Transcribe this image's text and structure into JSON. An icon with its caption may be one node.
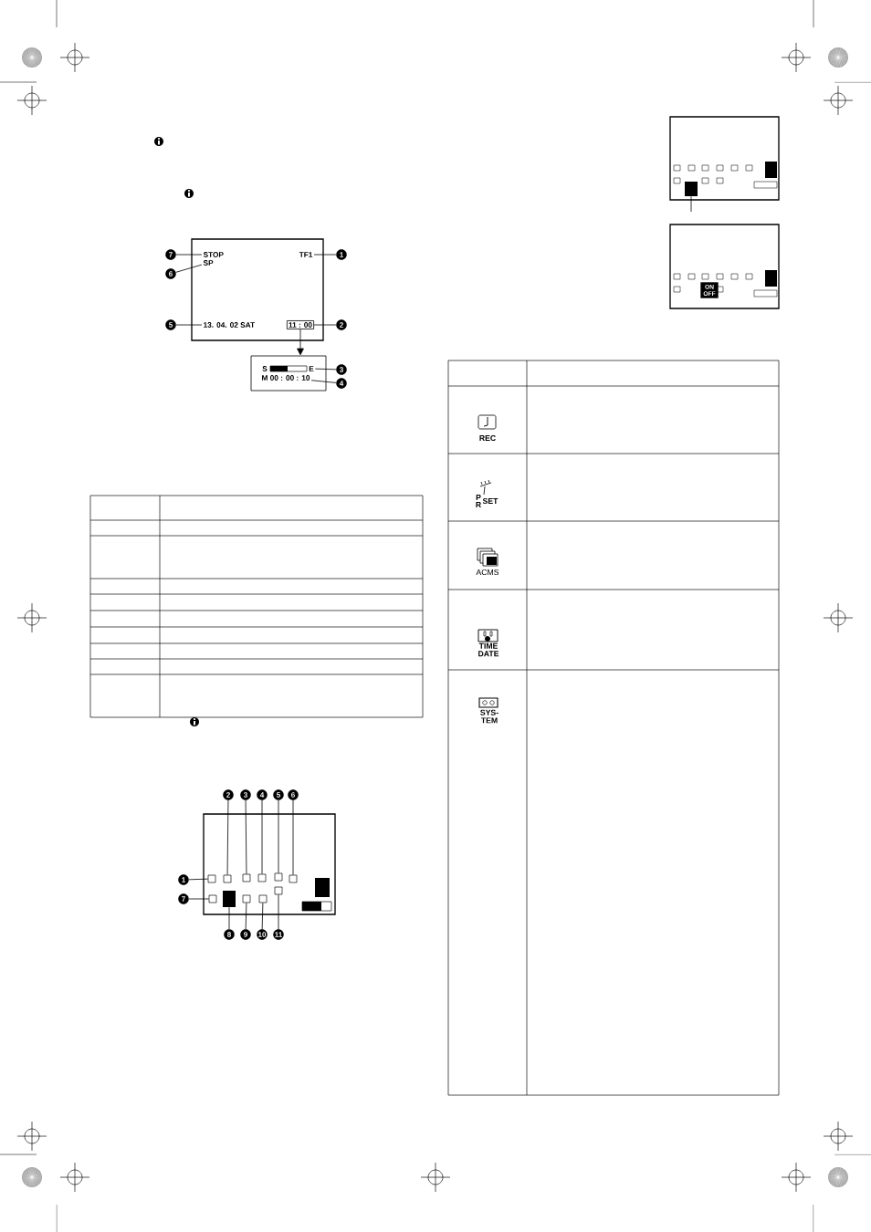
{
  "diagram": {
    "nodes": [
      {
        "text": [],
        "shape": "box"
      },
      {
        "text": [
          "STOP"
        ],
        "in": 0
      },
      {
        "text": [
          "SP"
        ],
        "in": 0
      },
      {
        "text": [
          "TF1"
        ],
        "in": 0
      },
      {
        "text": [
          "13. 04. 02 SAT"
        ],
        "in": 0
      },
      {
        "text": [
          "11 : 00"
        ],
        "in": 0
      },
      {
        "text": [],
        "shape": "box"
      },
      {
        "text": [
          "S"
        ],
        "in": 6
      },
      {
        "text": [
          "E"
        ],
        "in": 6
      },
      {
        "text": [
          "M 00 : 00 : 10"
        ],
        "in": 6
      },
      {
        "text": [
          "1"
        ]
      },
      {
        "text": [
          "2"
        ]
      },
      {
        "text": [
          "3"
        ]
      },
      {
        "text": [
          "4"
        ]
      },
      {
        "text": [
          "5"
        ]
      },
      {
        "text": [
          "6"
        ]
      },
      {
        "text": [
          "7"
        ]
      },
      {
        "text": [],
        "shape": "box"
      },
      {
        "text": [],
        "shape": "box",
        "in": 17
      },
      {
        "text": [],
        "shape": "box",
        "in": 17
      },
      {
        "text": [],
        "shape": "box",
        "in": 17
      },
      {
        "text": [],
        "shape": "box",
        "in": 17
      },
      {
        "text": [],
        "shape": "box",
        "in": 17
      },
      {
        "text": [],
        "shape": "box",
        "in": 17
      },
      {
        "text": [],
        "shape": "box",
        "in": 17
      },
      {
        "text": [],
        "shape": "box",
        "in": 17
      },
      {
        "text": [],
        "shape": "box",
        "in": 17
      },
      {
        "text": [],
        "shape": "box",
        "in": 17
      },
      {
        "text": [],
        "shape": "box",
        "in": 17
      },
      {
        "text": [
          "1"
        ]
      },
      {
        "text": [
          "2"
        ]
      },
      {
        "text": [
          "3"
        ]
      },
      {
        "text": [
          "4"
        ]
      },
      {
        "text": [
          "5"
        ]
      },
      {
        "text": [
          "6"
        ]
      },
      {
        "text": [
          "7"
        ]
      },
      {
        "text": [
          "8"
        ]
      },
      {
        "text": [
          "9"
        ]
      },
      {
        "text": [
          "10"
        ]
      },
      {
        "text": [
          "11"
        ]
      },
      {
        "text": [],
        "shape": "box"
      },
      {
        "text": [],
        "shape": "box",
        "in": 40
      },
      {
        "text": [],
        "shape": "box"
      },
      {
        "text": [
          "ON OFF"
        ],
        "in": 42
      }
    ],
    "edges": [
      {
        "from": 5,
        "to": 6,
        "arrow": "to"
      },
      {
        "from": 10,
        "to": 3,
        "arrow": "none"
      },
      {
        "from": 11,
        "to": 5,
        "arrow": "none"
      },
      {
        "from": 12,
        "to": 8,
        "arrow": "none"
      },
      {
        "from": 13,
        "to": 9,
        "arrow": "none"
      },
      {
        "from": 14,
        "to": 4,
        "arrow": "none"
      },
      {
        "from": 15,
        "to": 2,
        "arrow": "none"
      },
      {
        "from": 16,
        "to": 1,
        "arrow": "none"
      },
      {
        "from": 29,
        "to": 18,
        "arrow": "none"
      },
      {
        "from": 30,
        "to": 19,
        "arrow": "none"
      },
      {
        "from": 31,
        "to": 20,
        "arrow": "none"
      },
      {
        "from": 32,
        "to": 21,
        "arrow": "none"
      },
      {
        "from": 33,
        "to": 22,
        "arrow": "none"
      },
      {
        "from": 34,
        "to": 23,
        "arrow": "none"
      },
      {
        "from": 35,
        "to": 24,
        "arrow": "none"
      },
      {
        "from": 36,
        "to": 25,
        "arrow": "none"
      },
      {
        "from": 37,
        "to": 26,
        "arrow": "none"
      },
      {
        "from": 38,
        "to": 27,
        "arrow": "none"
      },
      {
        "from": 39,
        "to": 28,
        "arrow": "none"
      },
      {
        "from": null,
        "to": 41,
        "arrow": "none"
      }
    ],
    "labels": [
      "REC",
      "P",
      "R",
      "SET",
      "ACMS",
      "TIME DATE",
      "SYS- TEM"
    ]
  }
}
